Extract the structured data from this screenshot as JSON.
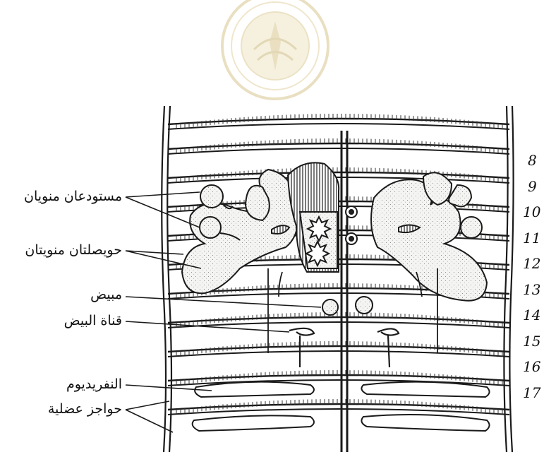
{
  "labels": {
    "seminal_vesicles_storage": "مستودعان منويان",
    "seminal_vesicles": "حويصلتان منويتان",
    "ovary": "مبيض",
    "oviduct": "قناة البيض",
    "nephridium": "النفريديوم",
    "septa": "حواجز عضلية"
  },
  "segments": [
    "8",
    "9",
    "10",
    "11",
    "12",
    "13",
    "14",
    "15",
    "16",
    "17"
  ],
  "colors": {
    "ink": "#1a1a1a",
    "organ_fill": "#f2f2f0",
    "seal": "#e7d7a8"
  },
  "icons": {
    "seal": "university-seal-watermark"
  }
}
